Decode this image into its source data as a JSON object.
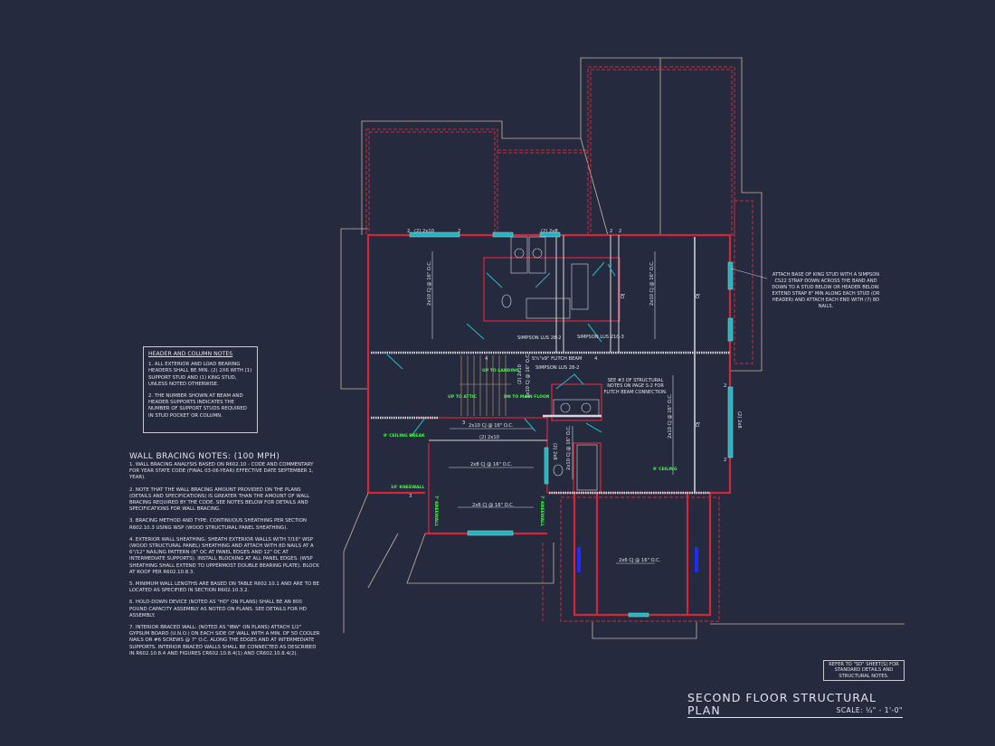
{
  "drawing": {
    "title": "SECOND FLOOR STRUCTURAL PLAN",
    "scale": "SCALE: ¼\" - 1'-0\"",
    "refer_note": "REFER TO \"SD\" SHEET(S) FOR STANDARD DETAILS AND STRUCTURAL NOTES.",
    "attach_note": "ATTACH BASE OF KING STUD WITH A SIMPSON CS22 STRAP DOWN ACROSS THE BAND AND DOWN TO A STUD BELOW OR HEADER BELOW. EXTEND STRAP 8\" MIN ALONG EACH STUD (OR HEADER) AND ATTACH EACH END WITH (7) 8d NAILS.",
    "colors": {
      "background": "#262a3e",
      "walls": "#d0283a",
      "windows": "#22b5c0",
      "green_labels": "#3dff3d",
      "roof_outline": "#c8b8a0",
      "beams": "#d9d9df",
      "hold_down": "#1f2bff"
    }
  },
  "header_notes": {
    "heading": "HEADER AND COLUMN NOTES",
    "items": [
      "1. ALL EXTERIOR AND LOAD BEARING HEADERS SHALL BE MIN. (2) 2x6 WITH (1) SUPPORT STUD AND (1) KING STUD, UNLESS NOTED OTHERWISE.",
      "2. THE NUMBER SHOWN AT BEAM AND HEADER SUPPORTS INDICATES THE NUMBER OF SUPPORT STUDS REQUIRED IN STUD POCKET OR COLUMN."
    ]
  },
  "wall_bracing_notes": {
    "heading": "WALL BRACING NOTES: (100 MPH)",
    "items": [
      "1. WALL BRACING ANALYSIS BASED ON R602.10 - CODE AND COMMENTARY FOR YEAR STATE CODE (FINAL 03-06-YEAR) EFFECTIVE DATE SEPTEMBER 1, YEAR).",
      "2. NOTE THAT THE WALL BRACING AMOUNT PROVIDED ON THE PLANS (DETAILS AND SPECIFICATIONS) IS GREATER THAN THE AMOUNT OF WALL BRACING REQUIRED BY THE CODE. SEE NOTES BELOW FOR DETAILS AND SPECIFICATIONS FOR WALL BRACING.",
      "3. BRACING METHOD AND TYPE: CONTINUOUS SHEATHING PER SECTION R602.10.3 USING WSP (WOOD STRUCTURAL PANEL SHEATHING).",
      "4. EXTERIOR WALL SHEATHING: SHEATH EXTERIOR WALLS WITH 7/16\" WSP (WOOD STRUCTURAL PANEL) SHEATHING AND ATTACH WITH 8d NAILS AT A 6\"/12\" NAILING PATTERN (6\" OC AT PANEL EDGES AND 12\" OC AT INTERMEDIATE SUPPORTS). INSTALL BLOCKING AT ALL PANEL EDGES. (WSP SHEATHING SHALL EXTEND TO UPPERMOST DOUBLE BEARING PLATE). BLOCK AT ROOF PER R602.10.8.3.",
      "5. MINIMUM WALL LENGTHS ARE BASED ON TABLE R602.10.1 AND ARE TO BE LOCATED AS SPECIFIED IN SECTION R602.10.3.2.",
      "6. HOLD-DOWN DEVICE (NOTED AS \"HD\" ON PLANS) SHALL BE AN 800 POUND CAPACITY ASSEMBLY AS NOTED ON PLANS. SEE DETAILS FOR HD ASSEMBLY.",
      "7. INTERIOR BRACED WALL: (NOTED AS \"IBW\" ON PLANS) ATTACH 1/2\" GYPSUM BOARD (U.N.O.) ON EACH SIDE OF WALL WITH A MIN. OF 5d COOLER NAILS OR #6 SCREWS @ 7\" O.C. ALONG THE EDGES AND AT INTERMEDIATE SUPPORTS. INTERIOR BRACED WALLS SHALL BE CONNECTED AS DESCRIBED IN R602.10.8.4 AND FIGURES CR602.10.8.4(1) AND CR602.10.8.4(2)."
    ]
  },
  "plan_labels": {
    "hdr_top_left": "(2) 2x10",
    "hdr_top_mid": "(2) 2x8",
    "cj_left": "2x10 CJ @ 16\" O.C.",
    "cj_right": "2x10 CJ @ 16\" O.C.",
    "cj_right_lower": "2x10 CJ @ 16\" O.C.",
    "cj_stair": "2x10 CJ @ 16\" O.C.",
    "cj_stair_hdr": "(2) 2x10",
    "cj_hall": "2x10 CJ @ 16\" O.C.",
    "hall_hdr": "(2) 2x10",
    "cj_lower_room": "2x8 CJ @ 16\" O.C.",
    "cj_bonus": "2x6 CJ @ 16\" O.C.",
    "cj_garage": "2x6 CJ @ 16\" O.C.",
    "cj_bath": "2x10 CJ @ 16\" O.C.",
    "dj": "DJ",
    "simpson_1": "SIMPSON LUS 28-2",
    "simpson_2": "SIMPSON LUS 210-3",
    "simpson_3": "SIMPSON LUS 28-2",
    "flitch_beam": "5¼\"x9\" FLITCH BEAM",
    "flitch_note": "SEE #3 OF STRUCTURAL NOTES ON PAGE S-2 FOR FLITCH BEAM CONNECTION.",
    "right_hdr": "(2) 2x8",
    "bath_hdr": "(2) 2x8",
    "studs_2": "2",
    "studs_3": "3",
    "studs_4": "4"
  },
  "green_labels": {
    "up_landing": "UP TO LANDING",
    "up_attic": "UP TO ATTIC",
    "dn_main": "DN TO MAIN FLOOR",
    "ceiling_break": "9' CEILING BREAK",
    "kneewall_10": "10' KNEEWALL",
    "kneewall_7a": "7' KNEEWALL",
    "kneewall_7b": "7' KNEEWALL",
    "ceiling_9": "9' CEILING"
  }
}
